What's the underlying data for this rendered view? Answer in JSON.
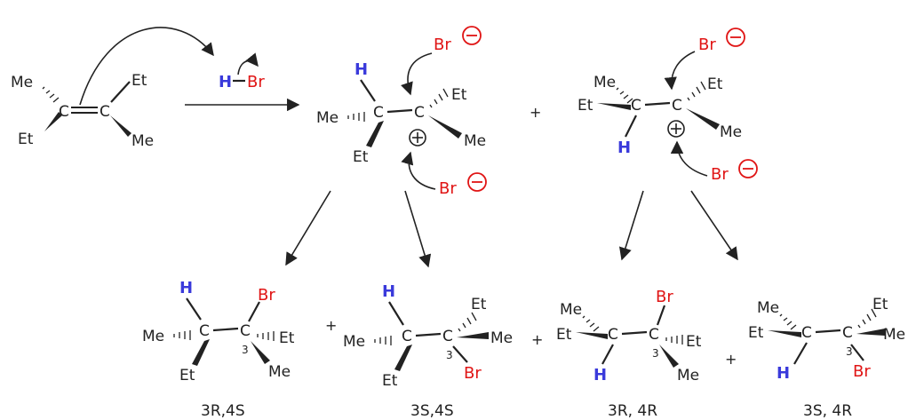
{
  "labels": {
    "me": "Me",
    "et": "Et",
    "h": "H",
    "br": "Br",
    "c": "C",
    "plus": "+",
    "three": "3"
  },
  "products": [
    {
      "caption": "3R,4S"
    },
    {
      "caption": "3S,4S"
    },
    {
      "caption": "3R, 4R"
    },
    {
      "caption": "3S, 4R"
    }
  ],
  "colors": {
    "hydrogen": "#3a3adb",
    "bromine": "#e01515",
    "carbon": "#222222"
  }
}
